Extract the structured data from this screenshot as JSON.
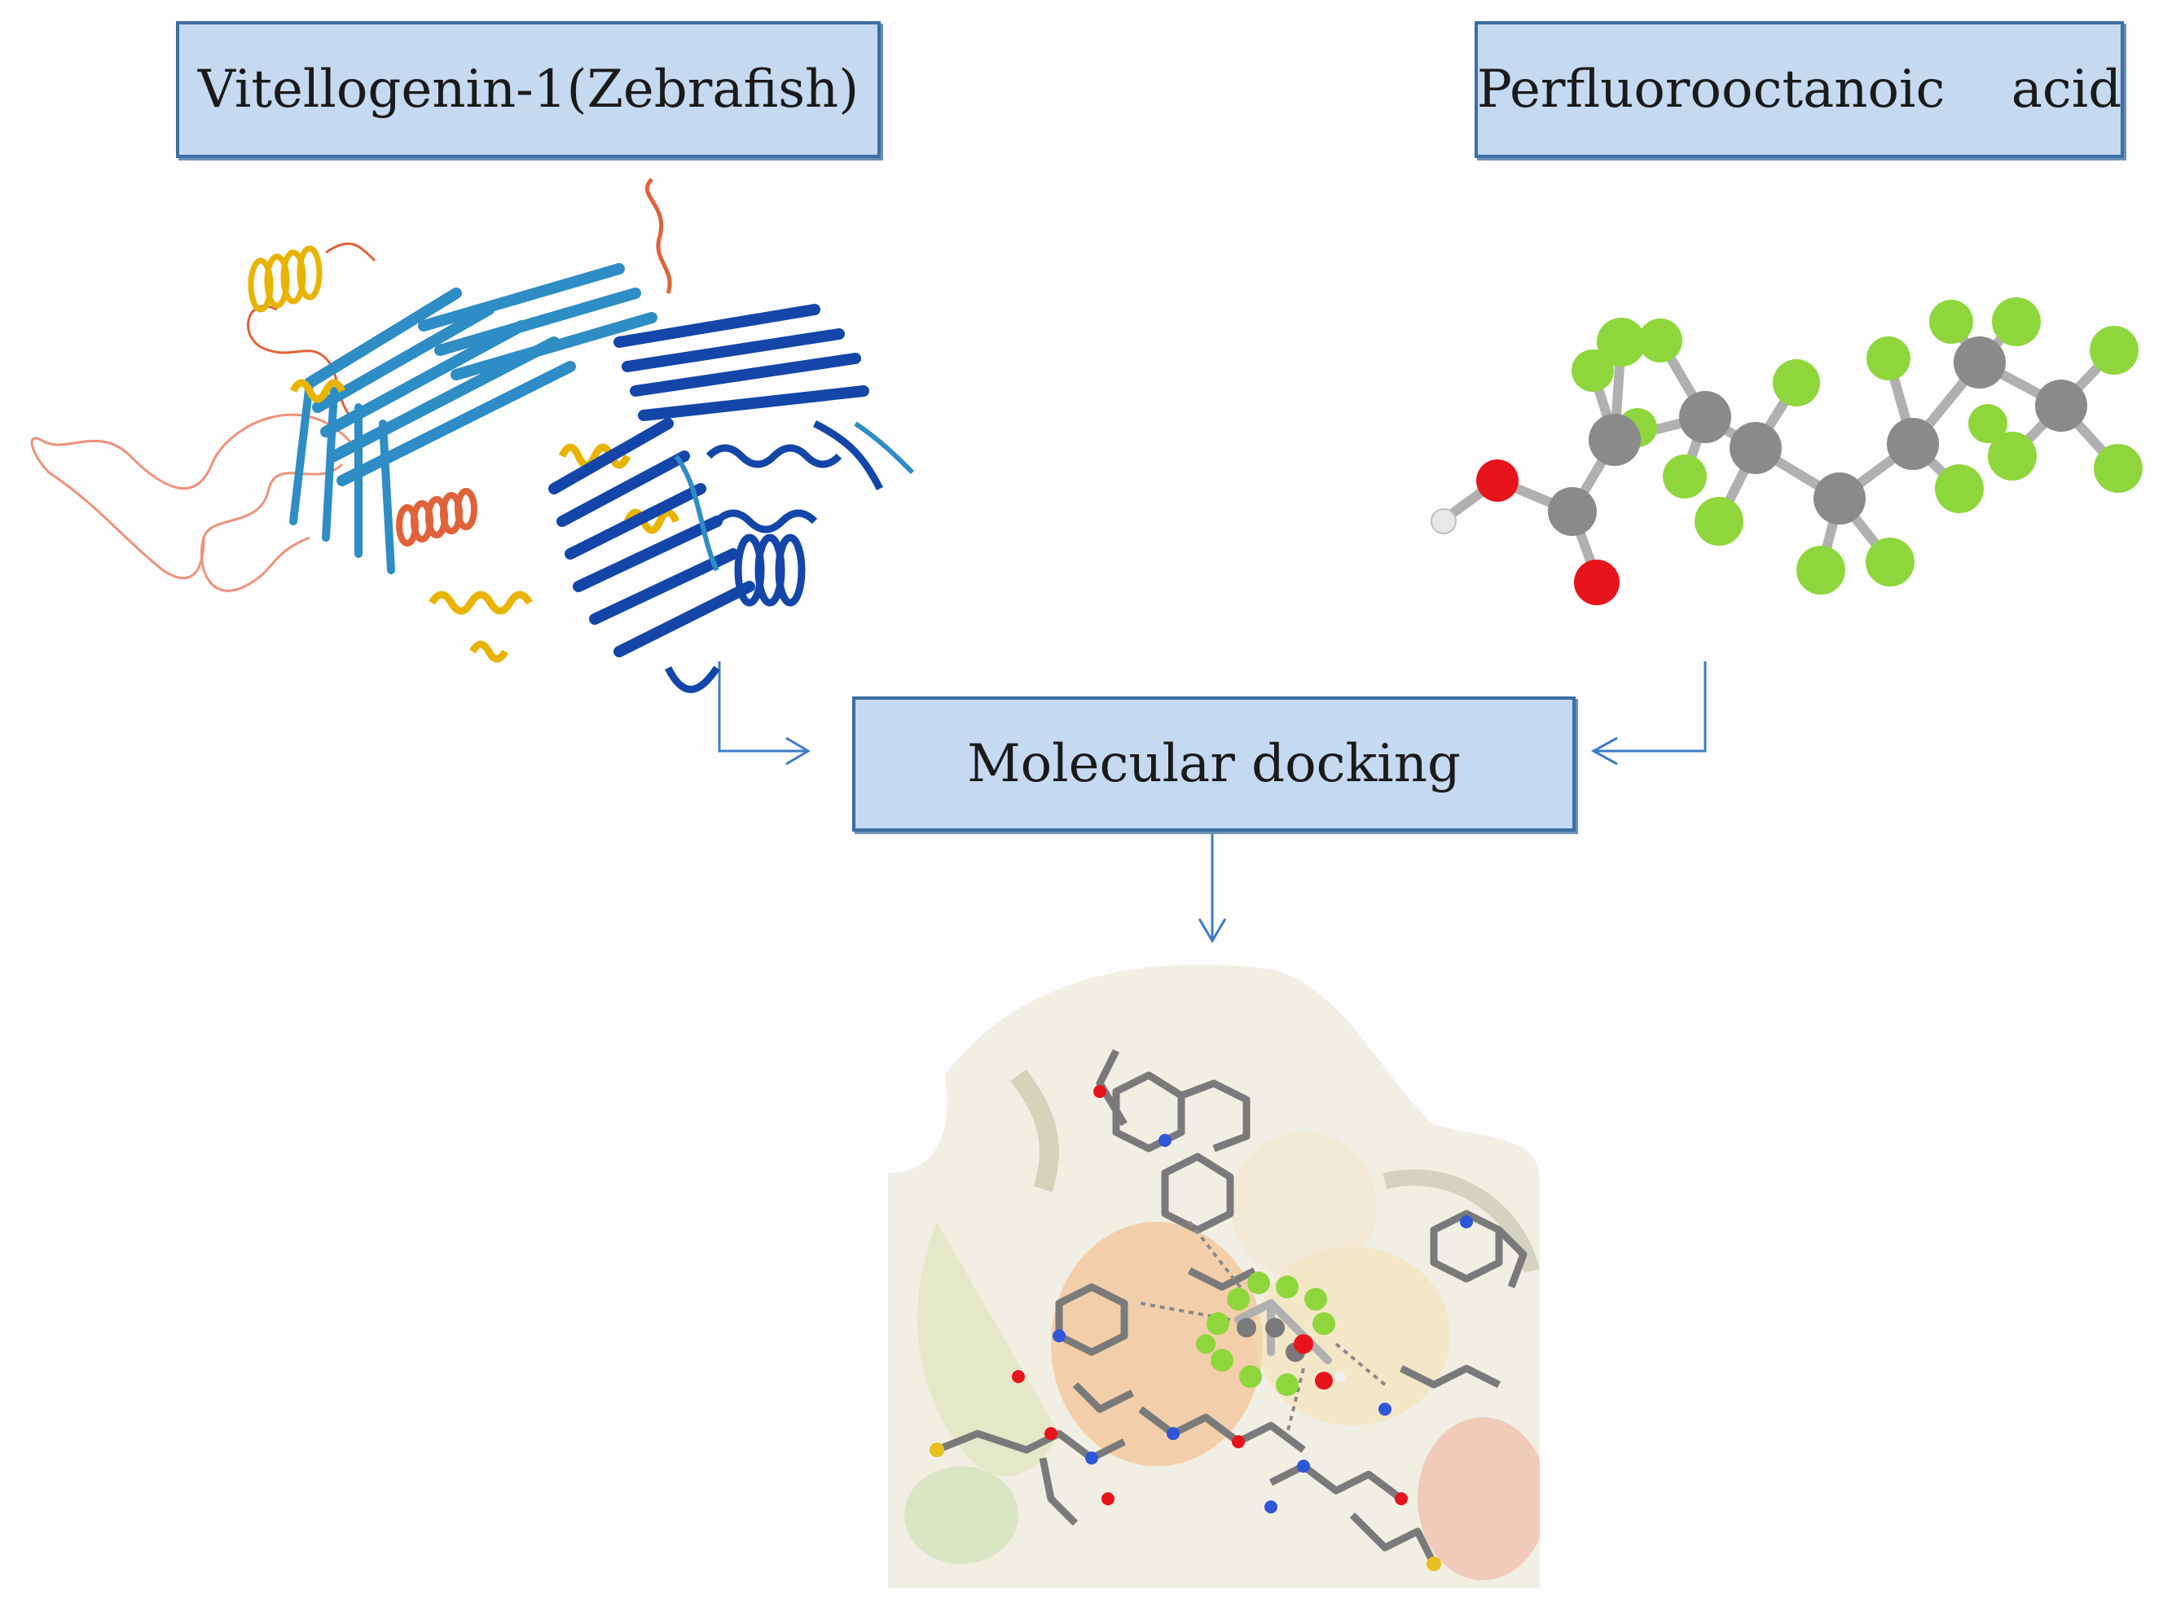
{
  "boxes": {
    "protein": "Vitellogenin-1(Zebrafish)",
    "ligand": "Perfluorooctanoic    acid",
    "docking": "Molecular docking"
  },
  "colors": {
    "box_fill": "#c5d9f1",
    "box_border": "#3b6ea3",
    "arrow": "#3d7cc9",
    "protein_dark_blue": "#1346a8",
    "protein_light_blue": "#2e8dc4",
    "protein_yellow": "#e8b400",
    "protein_orange": "#e0623a",
    "protein_salmon": "#f0917a",
    "atom_carbon": "#8a8a8a",
    "atom_fluorine": "#8fd63d",
    "atom_oxygen": "#e8141b",
    "atom_hydrogen": "#e8e8e8"
  },
  "images": {
    "protein": "vitellogenin-ribbon-structure",
    "ligand": "pfoa-ball-and-stick-model",
    "result": "docking-pocket-surface-view"
  }
}
